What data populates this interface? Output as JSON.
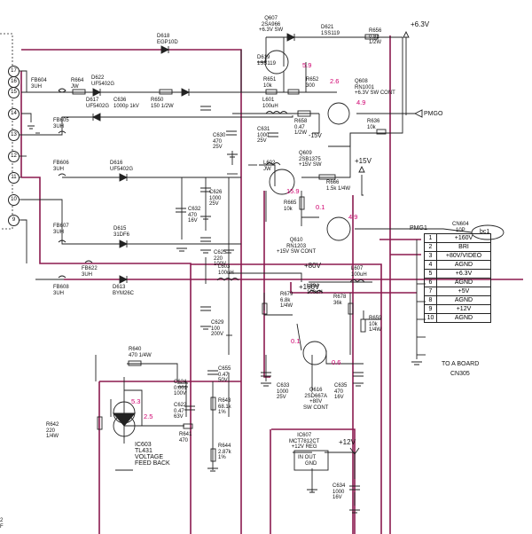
{
  "connector_pins": [
    "17",
    "16",
    "15",
    "14",
    "13",
    "12",
    "11",
    "10",
    "9"
  ],
  "transistors": {
    "q607": {
      "ref": "Q607",
      "part": "2SA966",
      "note": "+6.3V SW"
    },
    "q619": {
      "ref": "D619",
      "part": "1SS119"
    },
    "q608": {
      "ref": "Q608",
      "part": "RN1001",
      "note": "+6.3V SW CONT"
    },
    "q609": {
      "ref": "Q609",
      "part": "2SB1375",
      "note": "+15V SW"
    },
    "q610": {
      "ref": "Q610",
      "part": "RN1203",
      "note": "+15V SW CONT"
    },
    "q616": {
      "ref": "Q616",
      "part": "2SD667A",
      "note1": "+80V",
      "note2": "SW CONT"
    }
  },
  "diodes": {
    "d618": {
      "ref": "D618",
      "part": "EGP10D"
    },
    "d622": {
      "ref": "D622",
      "part": "UF5402G"
    },
    "d617": {
      "ref": "D617",
      "part": "UF5402G"
    },
    "d616": {
      "ref": "D616",
      "part": "UF5402G"
    },
    "d615": {
      "ref": "D615",
      "part": "31DF6"
    },
    "d613": {
      "ref": "D613",
      "part": "BYM26C"
    },
    "d621": {
      "ref": "D621",
      "part": "1SS119"
    }
  },
  "beads": {
    "fb604": {
      "ref": "FB604",
      "val": "3UH"
    },
    "fb605": {
      "ref": "FB605",
      "val": "3UH"
    },
    "fb606": {
      "ref": "FB606",
      "val": "3UH"
    },
    "fb607": {
      "ref": "FB607",
      "val": "3UH"
    },
    "fb622": {
      "ref": "FB622",
      "val": "3UH"
    },
    "fb608": {
      "ref": "FB608",
      "val": "3UH"
    }
  },
  "resistors": {
    "r664": {
      "ref": "R664",
      "val": "JW"
    },
    "r650": {
      "ref": "R650",
      "val": "150 1/2W"
    },
    "r656": {
      "ref": "R656",
      "val": "0.82",
      "val2": "1/2W"
    },
    "r651": {
      "ref": "R651",
      "val": "10k"
    },
    "r652": {
      "ref": "R652",
      "val": "300"
    },
    "r658": {
      "ref": "R658",
      "val": "0.47",
      "val2": "1/2W"
    },
    "r636": {
      "ref": "R636",
      "val": "10k"
    },
    "r666": {
      "ref": "R666",
      "val": "1.5k 1/4W"
    },
    "r665": {
      "ref": "R665",
      "val": "10k"
    },
    "r679": {
      "ref": "R679",
      "val": "6.8k",
      "val2": "1/4W"
    },
    "r678": {
      "ref": "R678",
      "val": "36k"
    },
    "r659": {
      "ref": "R659",
      "val": "10k",
      "val2": "1/4W"
    },
    "r640": {
      "ref": "R640",
      "val": "470 1/4W"
    },
    "r643": {
      "ref": "R643",
      "val": "68.1k",
      "val2": "1%"
    },
    "r641": {
      "ref": "R641",
      "val": "470"
    },
    "r644": {
      "ref": "R644",
      "val": "2.87k",
      "val2": "1%"
    },
    "r642": {
      "ref": "R642",
      "val": "220",
      "val2": "1/4W"
    }
  },
  "capacitors": {
    "c636": {
      "ref": "C636",
      "val": "1000p 1kV"
    },
    "c631": {
      "ref": "C631",
      "val": "1000",
      "val2": "25V"
    },
    "c630": {
      "ref": "C630",
      "val": "470",
      "val2": "25V"
    },
    "c626": {
      "ref": "C626",
      "val": "1000",
      "val2": "25V"
    },
    "c632": {
      "ref": "C632",
      "val": "470",
      "val2": "16V"
    },
    "c625": {
      "ref": "C625",
      "val": "220",
      "val2": "100V"
    },
    "c629": {
      "ref": "C629",
      "val": "100",
      "val2": "200V"
    },
    "c633": {
      "ref": "C633",
      "val": "1000",
      "val2": "25V"
    },
    "c635": {
      "ref": "C635",
      "val": "470",
      "val2": "16V"
    },
    "c624": {
      "ref": "C624",
      "val": "0.001",
      "val2": "100V"
    },
    "c622": {
      "ref": "C622",
      "val": "0.47",
      "val2": "63V"
    },
    "c655": {
      "ref": "C655",
      "val": "0.47",
      "val2": "50V"
    },
    "c634": {
      "ref": "C634",
      "val": "1000",
      "val2": "16V"
    }
  },
  "inductors": {
    "l601": {
      "ref": "L601",
      "val": "100uH"
    },
    "l602": {
      "ref": "L602",
      "val": "JW"
    },
    "l603": {
      "ref": "L603",
      "val": "100uH"
    },
    "l604": {
      "ref": "L604",
      "val": "100uH"
    },
    "l607": {
      "ref": "L607",
      "val": "100uH"
    }
  },
  "ics": {
    "ic603": {
      "ref": "IC603",
      "part": "TL431",
      "desc1": "VOLTAGE",
      "desc2": "FEED BACK"
    },
    "ic607": {
      "ref": "IC607",
      "part": "MCT7812CT",
      "desc": "+12V REG",
      "pins": "IN OUT",
      "gnd": "GND"
    }
  },
  "rails": {
    "v63": "+6.3V",
    "v15": "+15V",
    "v80": "+80V",
    "v160": "+160V",
    "v12": "+12V",
    "neg15": "-15V"
  },
  "signals": {
    "pmgo": "PMGO",
    "pmg1": "PMG1",
    "bc1": "bc1"
  },
  "voltages": {
    "q619_v": "5.9",
    "q608_b": "2.6",
    "q608_c": "4.9",
    "q609_b": "15.9",
    "q610_b": "0.1",
    "q610_c": "4.9",
    "q616_b": "0.1",
    "q616_c": "0.6",
    "ic603_a": "5.3",
    "ic603_b": "2.5"
  },
  "cn604": {
    "title": "CN604",
    "pins_count": "10P",
    "dest": "TO A BOARD",
    "conn": "CN305",
    "pins": [
      {
        "num": "1",
        "sig": "+160V"
      },
      {
        "num": "2",
        "sig": "BRI"
      },
      {
        "num": "3",
        "sig": "+80V/VIDEO"
      },
      {
        "num": "4",
        "sig": "AGND"
      },
      {
        "num": "5",
        "sig": "+6.3V"
      },
      {
        "num": "6",
        "sig": "AGND"
      },
      {
        "num": "7",
        "sig": "+5V"
      },
      {
        "num": "8",
        "sig": "AGND"
      },
      {
        "num": "9",
        "sig": "+12V"
      },
      {
        "num": "10",
        "sig": "AGND"
      }
    ]
  },
  "corner": {
    "l1": "2",
    "l2": "F"
  },
  "colors": {
    "wire": "#222222",
    "highlight": "#8b1a4f",
    "voltage": "#d0006f"
  }
}
